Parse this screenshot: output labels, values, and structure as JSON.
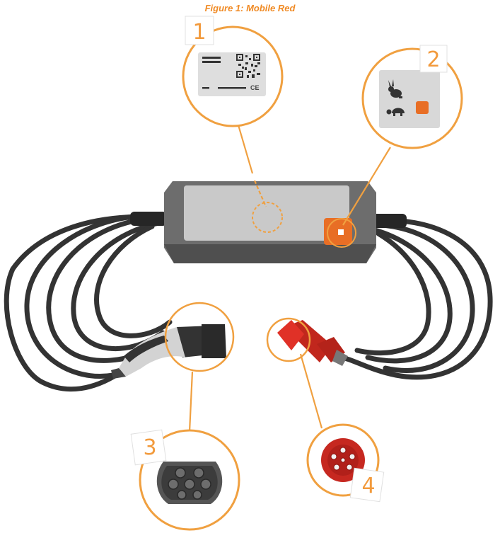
{
  "figure": {
    "title": "Figure 1: Mobile Red"
  },
  "callouts": [
    {
      "number": "1"
    },
    {
      "number": "2"
    },
    {
      "number": "3"
    },
    {
      "number": "4"
    }
  ],
  "label_panel": {
    "mark": "CE"
  },
  "colors": {
    "accent": "#f0a040",
    "cable": "#333333",
    "housing": "#6d6d6d",
    "panel": "#c9c9c9",
    "button": "#e86e25",
    "plug_red": "#d42a20"
  },
  "icons": [
    "rabbit-icon",
    "turtle-icon",
    "qr-code-icon"
  ]
}
